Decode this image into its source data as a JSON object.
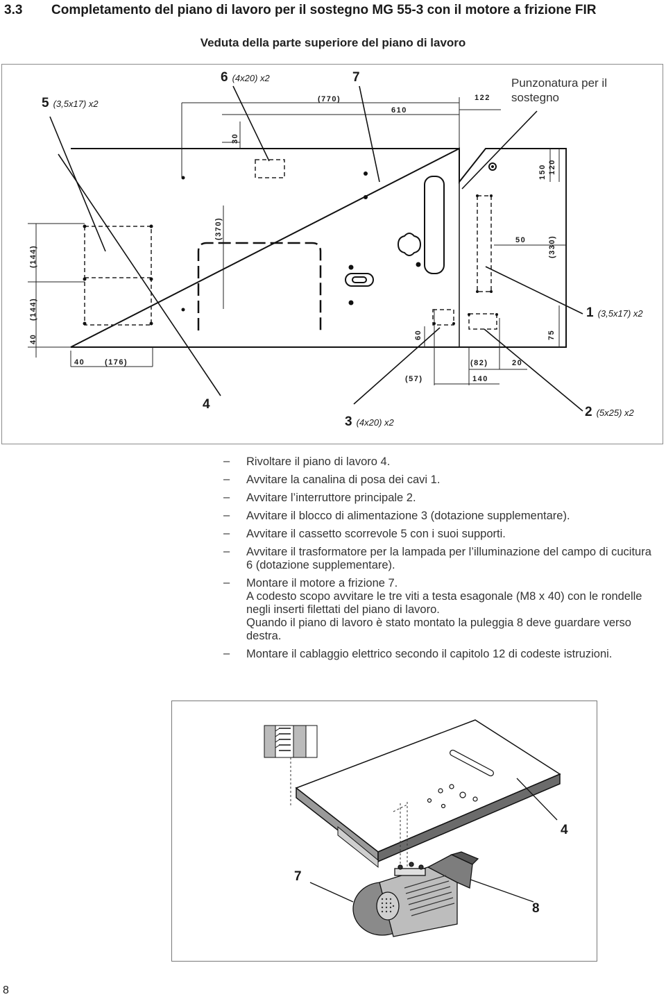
{
  "header": {
    "section_number": "3.3",
    "title": "Completamento del piano di lavoro per il sostegno MG 55-3 con il motore a frizione FIR"
  },
  "figure_top": {
    "subtitle": "Veduta della parte superiore del piano di lavoro",
    "callouts": {
      "c5": {
        "num": "5",
        "qty": "(3,5x17) x2"
      },
      "c6": {
        "num": "6",
        "qty": "(4x20) x2"
      },
      "c7": {
        "num": "7"
      },
      "punz": {
        "line1": "Punzonatura per il",
        "line2": "sostegno"
      },
      "c1": {
        "num": "1",
        "qty": "(3,5x17) x2"
      },
      "c4": {
        "num": "4"
      },
      "c3": {
        "num": "3",
        "qty": "(4x20) x2"
      },
      "c2": {
        "num": "2",
        "qty": "(5x25) x2"
      }
    },
    "dimensions": {
      "d770": "(770)",
      "d610": "610",
      "d122": "122",
      "d30": "30",
      "d150": "150",
      "d120": "120",
      "d370": "(370)",
      "d50": "50",
      "d330": "(330)",
      "d144a": "(144)",
      "d144b": "(144)",
      "d40v": "40",
      "d60": "60",
      "d75": "75",
      "d40h": "40",
      "d176": "(176)",
      "d82": "(82)",
      "d20": "20",
      "d57": "(57)",
      "d140": "140"
    }
  },
  "instructions": [
    {
      "dash": "–",
      "lines": [
        "Rivoltare il piano di lavoro 4."
      ]
    },
    {
      "dash": "–",
      "lines": [
        "Avvitare la canalina di posa dei cavi 1."
      ]
    },
    {
      "dash": "–",
      "lines": [
        "Avvitare l’interruttore principale 2."
      ]
    },
    {
      "dash": "–",
      "lines": [
        "Avvitare il blocco di alimentazione 3 (dotazione supplementare)."
      ]
    },
    {
      "dash": "–",
      "lines": [
        "Avvitare il cassetto scorrevole 5 con i suoi supporti."
      ]
    },
    {
      "dash": "–",
      "lines": [
        "Avvitare il trasformatore per la lampada per l’illuminazione del campo di cucitura 6 (dotazione supplementare)."
      ]
    },
    {
      "dash": "–",
      "lines": [
        "Montare il motore a frizione 7.",
        "A codesto scopo avvitare le tre viti a testa esagonale (M8 x 40) con le rondelle negli inserti filettati del piano di lavoro.",
        "Quando il piano di lavoro è stato montato la puleggia 8 deve guardare verso destra."
      ]
    },
    {
      "dash": "–",
      "lines": [
        "Montare il cablaggio elettrico secondo il capitolo 12 di codeste istruzioni."
      ]
    }
  ],
  "figure_bottom": {
    "callouts": {
      "c4": "4",
      "c7": "7",
      "c8": "8"
    }
  },
  "footer": {
    "page_number": "8"
  }
}
